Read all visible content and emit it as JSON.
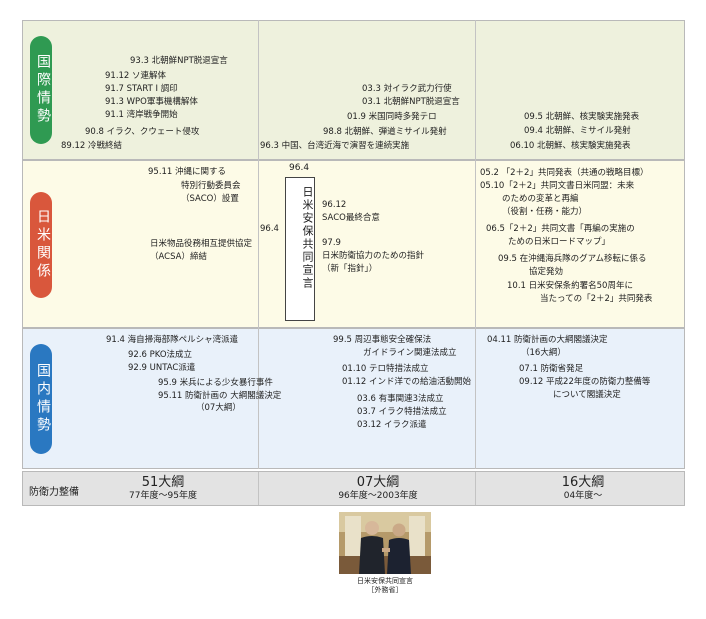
{
  "rows": {
    "international": "国際情勢",
    "japan_us": "日米関係",
    "domestic": "国内情勢"
  },
  "international_events": [
    "93.3 北朝鮮NPT脱退宣言",
    "91.12 ソ連解体",
    "91.7 START I 調印",
    "91.3 WPO軍事機構解体",
    "91.1 湾岸戦争開始",
    "90.8 イラク、クウェート侵攻",
    "89.12 冷戦終結",
    "03.3 対イラク武力行使",
    "03.1 北朝鮮NPT脱退宣言",
    "01.9 米国同時多発テロ",
    "98.8 北朝鮮、弾道ミサイル発射",
    "96.3 中国、台湾近海で演習を連続実施",
    "09.5 北朝鮮、核実験実施発表",
    "09.4 北朝鮮、ミサイル発射",
    "06.10 北朝鮮、核実験実施発表"
  ],
  "japan_us_events": [
    "95.11 沖縄に関する",
    "特別行動委員会",
    "（SACO）設置",
    "96.4",
    "日米物品役務相互提供協定",
    "（ACSA）締結",
    "96.12",
    "SACO最終合意",
    "97.9",
    "日米防衛協力のための指針",
    "（新「指針」）",
    "05.2 「2＋2」共同発表（共通の戦略目標）",
    "05.10「2＋2」共同文書日米同盟：未来",
    "のための変革と再編",
    "（役割・任務・能力）",
    "06.5「2＋2」共同文書「再編の実施の",
    "ための日米ロードマップ」",
    "09.5 在沖縄海兵隊のグアム移転に係る",
    "協定発効",
    "10.1 日米安保条約署名50周年に",
    "当たっての「2＋2」共同発表"
  ],
  "declaration": {
    "date": "96.4",
    "text": "日米安保共同宣言"
  },
  "domestic_events": [
    "91.4 海自掃海部隊ペルシャ湾派遣",
    "92.6 PKO法成立",
    "92.9 UNTAC派遣",
    "95.9 米兵による少女暴行事件",
    "95.11 防衛計画の 大綱閣議決定",
    "（07大綱）",
    "99.5 周辺事態安全確保法",
    "ガイドライン関連法成立",
    "01.10 テロ特措法成立",
    "01.12 インド洋での給油活動開始",
    "03.6 有事関連3法成立",
    "03.7 イラク特措法成立",
    "03.12 イラク派遣",
    "04.11 防衛計画の大綱閣議決定",
    "（16大綱）",
    "07.1 防衛省発足",
    "09.12 平成22年度の防衛力整備等",
    "について閣議決定"
  ],
  "strip": {
    "label": "防衛力整備",
    "periods": [
      {
        "name": "51大綱",
        "years": "77年度〜95年度"
      },
      {
        "name": "07大綱",
        "years": "96年度〜2003年度"
      },
      {
        "name": "16大綱",
        "years": "04年度〜"
      }
    ]
  },
  "photo_caption": {
    "line1": "日米安保共同宣言",
    "line2": "［外務省］"
  }
}
